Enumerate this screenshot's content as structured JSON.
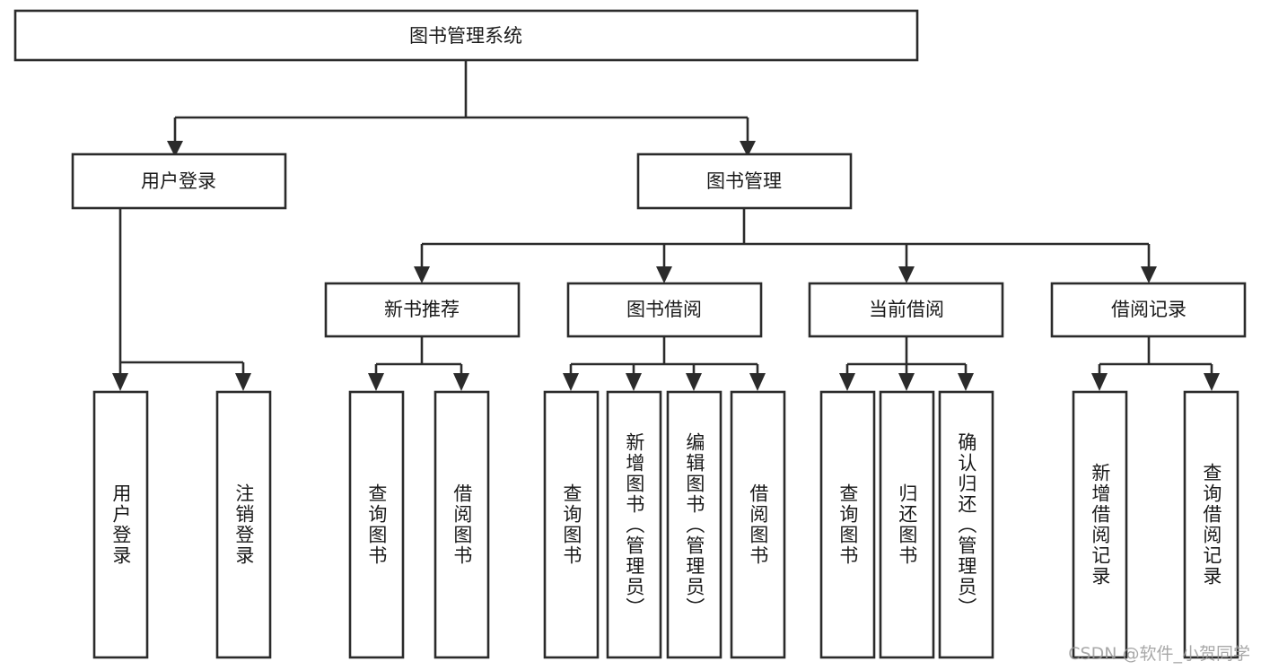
{
  "diagram": {
    "title": "图书管理系统",
    "type": "tree-hierarchy",
    "watermark": "CSDN @软件_小贺同学",
    "colors": {
      "box_stroke": "#2b2b2b",
      "box_fill": "#ffffff",
      "connector": "#2b2b2b",
      "text": "#1a1a1a",
      "watermark": "#9a9a9a",
      "background": "#ffffff"
    },
    "root": {
      "label": "图书管理系统",
      "orientation": "horizontal"
    },
    "level2": [
      {
        "label": "用户登录",
        "orientation": "horizontal"
      },
      {
        "label": "图书管理",
        "orientation": "horizontal"
      }
    ],
    "level3": [
      {
        "label": "新书推荐",
        "orientation": "horizontal"
      },
      {
        "label": "图书借阅",
        "orientation": "horizontal"
      },
      {
        "label": "当前借阅",
        "orientation": "horizontal"
      },
      {
        "label": "借阅记录",
        "orientation": "horizontal"
      }
    ],
    "leaves": {
      "user_login": [
        {
          "label": "用户登录",
          "orientation": "vertical"
        },
        {
          "label": "注销登录",
          "orientation": "vertical"
        }
      ],
      "new_book_recommend": [
        {
          "label": "查询图书",
          "orientation": "vertical"
        },
        {
          "label": "借阅图书",
          "orientation": "vertical"
        }
      ],
      "book_borrow": [
        {
          "label": "查询图书",
          "orientation": "vertical"
        },
        {
          "label": "新增图书（管理员）",
          "orientation": "vertical"
        },
        {
          "label": "编辑图书（管理员）",
          "orientation": "vertical"
        },
        {
          "label": "借阅图书",
          "orientation": "vertical"
        }
      ],
      "current_borrow": [
        {
          "label": "查询图书",
          "orientation": "vertical"
        },
        {
          "label": "归还图书",
          "orientation": "vertical"
        },
        {
          "label": "确认归还（管理员）",
          "orientation": "vertical"
        }
      ],
      "borrow_record": [
        {
          "label": "新增借阅记录",
          "orientation": "vertical"
        },
        {
          "label": "查询借阅记录",
          "orientation": "vertical"
        }
      ]
    }
  }
}
